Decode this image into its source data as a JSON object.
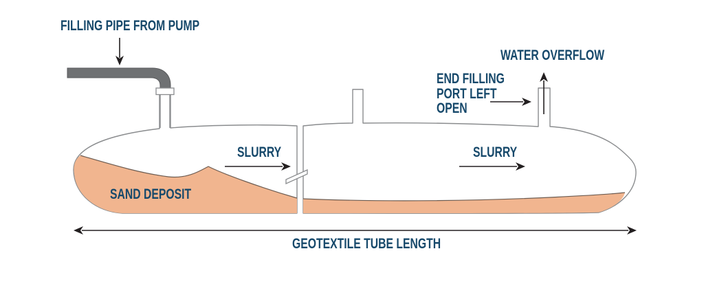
{
  "diagram": {
    "labels": {
      "filling_pipe": "FILLING PIPE FROM PUMP",
      "slurry_left": "SLURRY",
      "slurry_right": "SLURRY",
      "sand_deposit": "SAND DEPOSIT",
      "end_filling_port_lines": [
        "END FILLING",
        "PORT LEFT",
        "OPEN"
      ],
      "water_overflow": "WATER OVERFLOW",
      "tube_length": "GEOTEXTILE TUBE LENGTH"
    },
    "colors": {
      "label": "#17496B",
      "sand": "#F1B58F",
      "sand_outline": "#6D5C51",
      "pipe": "#6F7173",
      "outline": "#8A8C8E",
      "arrow": "#231F20",
      "background": "#FFFFFF"
    }
  }
}
